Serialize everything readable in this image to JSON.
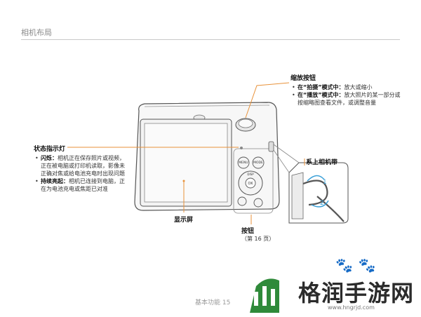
{
  "header": {
    "section_title": "相机布局"
  },
  "zoom_button": {
    "title": "缩放按钮",
    "items": [
      {
        "mode": "在“拍摄”模式中：",
        "desc": "放大或缩小"
      },
      {
        "mode": "在“播放”模式中：",
        "desc": "放大照片的某一部分或按缩略图查看文件，或调整音量"
      }
    ]
  },
  "status_lamp": {
    "title": "状态指示灯",
    "items": [
      {
        "label": "闪烁：",
        "desc": "相机正在保存照片或视频，正在被电脑或打印机读取，影像未正确对焦或给电池充电时出现问题"
      },
      {
        "label": "持续亮起：",
        "desc": "相机已连接到电脑，正在为电池充电或焦距已对准"
      }
    ]
  },
  "strap": {
    "title": "系上相机带"
  },
  "screen_label": {
    "title": "显示屏"
  },
  "buttons_label": {
    "title": "按钮",
    "note": "（第 16 页）"
  },
  "footer": {
    "text": "基本功能 15"
  },
  "camera_buttons": [
    "MENU",
    "MODE",
    "DISP",
    "OK"
  ],
  "watermark": {
    "name": "格润手游网",
    "url": "www.hngrjd.com"
  },
  "colors": {
    "callout": "#e8923a",
    "strap_accent": "#3aa0d8",
    "logo_green": "#2f8a3a"
  }
}
